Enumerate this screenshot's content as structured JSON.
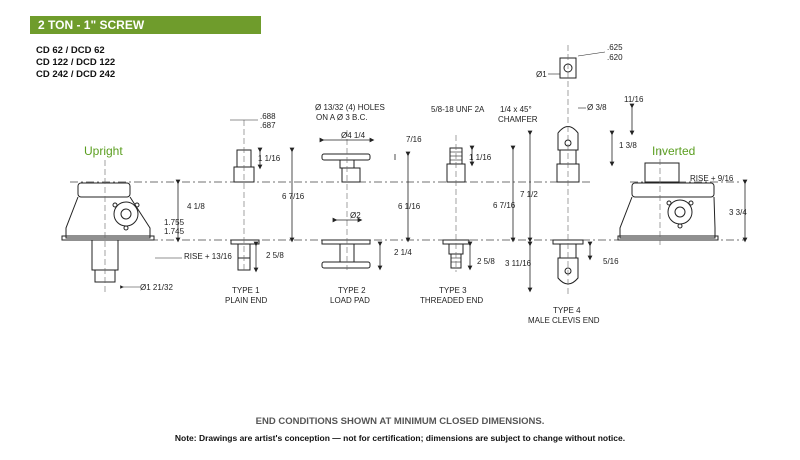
{
  "header": {
    "title": "2 TON - 1\" SCREW"
  },
  "models": [
    "CD 62 / DCD 62",
    "CD 122 / DCD 122",
    "CD 242 / DCD 242"
  ],
  "orientations": {
    "upright": "Upright",
    "inverted": "Inverted"
  },
  "dimensions": {
    "plain_dia_top": ".688",
    "plain_dia_bot": ".687",
    "plain_height": "1 1/16",
    "plain_overall": "6 7/16",
    "plain_lower": "2 5/8",
    "rise_upright": "RISE + 13/16",
    "housing_height": "4 1/8",
    "base_1": "1.755",
    "base_2": "1.745",
    "shaft_dia": "Ø1 21/32",
    "holes_1": "Ø 13/32 (4) HOLES",
    "holes_2": "ON A   Ø 3 B.C.",
    "loadpad_dia": "Ø4 1/4",
    "loadpad_thk": "7/16",
    "loadpad_overall": "6 1/16",
    "loadpad_lower": "2 1/4",
    "loadpad_lower_dia": "Ø2",
    "thread_spec": "5/8-18 UNF 2A",
    "thread_height": "1 1/16",
    "thread_overall": "6 7/16",
    "thread_lower": "2 5/8",
    "chamfer_1": "1/4 x 45°",
    "chamfer_2": "CHAMFER",
    "clevis_dia": "Ø 3/8",
    "clevis_top": "11/16",
    "clevis_height": "1 3/8",
    "clevis_overall": "7 1/2",
    "clevis_lower": "3 11/16",
    "clevis_bot": "5/16",
    "pin_1": ".625",
    "pin_2": ".620",
    "pin_dia": "Ø1",
    "rise_inverted": "RISE + 9/16",
    "inverted_height": "3 3/4"
  },
  "types": [
    {
      "line1": "TYPE 1",
      "line2": "PLAIN END"
    },
    {
      "line1": "TYPE 2",
      "line2": "LOAD PAD"
    },
    {
      "line1": "TYPE 3",
      "line2": "THREADED END"
    },
    {
      "line1": "TYPE 4",
      "line2": "MALE CLEVIS END"
    }
  ],
  "footer": {
    "note_main": "END CONDITIONS SHOWN AT MINIMUM CLOSED DIMENSIONS.",
    "note_disclaimer": "Note: Drawings are artist's conception — not for certification; dimensions are subject to change without notice."
  }
}
